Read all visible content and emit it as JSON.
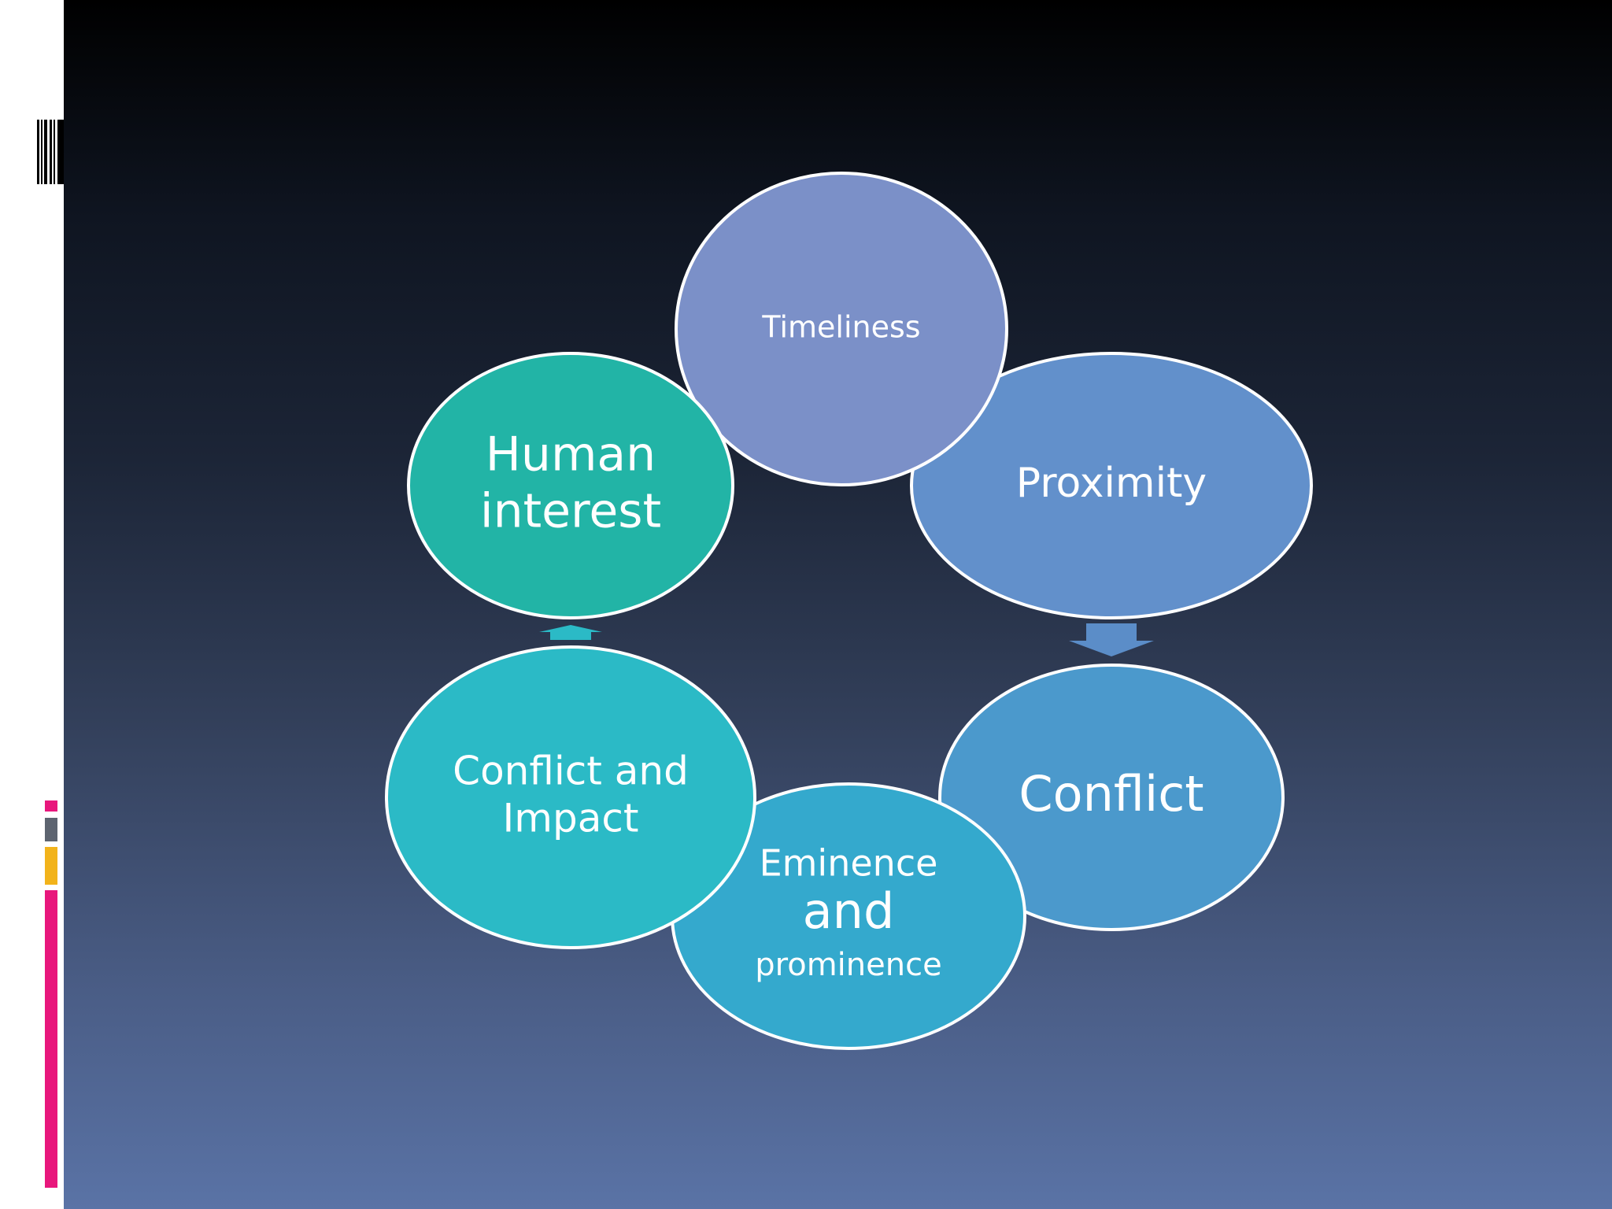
{
  "diagram": {
    "nodes": [
      {
        "id": "timeliness",
        "lines": [
          "Timeliness"
        ],
        "color": "#7b90c8"
      },
      {
        "id": "proximity",
        "lines": [
          "Proximity"
        ],
        "color": "#6290cb"
      },
      {
        "id": "conflict",
        "lines": [
          "Conflict"
        ],
        "color": "#4b99cc"
      },
      {
        "id": "eminence",
        "lines": [
          "Eminence",
          "and",
          "prominence"
        ],
        "color": "#34a9cd"
      },
      {
        "id": "conflict-impact",
        "lines": [
          "Conflict and",
          "Impact"
        ],
        "color": "#2bbac6"
      },
      {
        "id": "human-interest",
        "lines": [
          "Human",
          "interest"
        ],
        "color": "#22b4a6"
      }
    ],
    "arrows": [
      {
        "from": "proximity",
        "to": "conflict",
        "color": "#5b8dc8"
      },
      {
        "from": "conflict-impact",
        "to": "human-interest",
        "color": "#2bbac6"
      }
    ]
  },
  "theme": {
    "accent_colors": [
      "#e8177c",
      "#5d6470",
      "#f2b31b",
      "#e8177c"
    ]
  }
}
